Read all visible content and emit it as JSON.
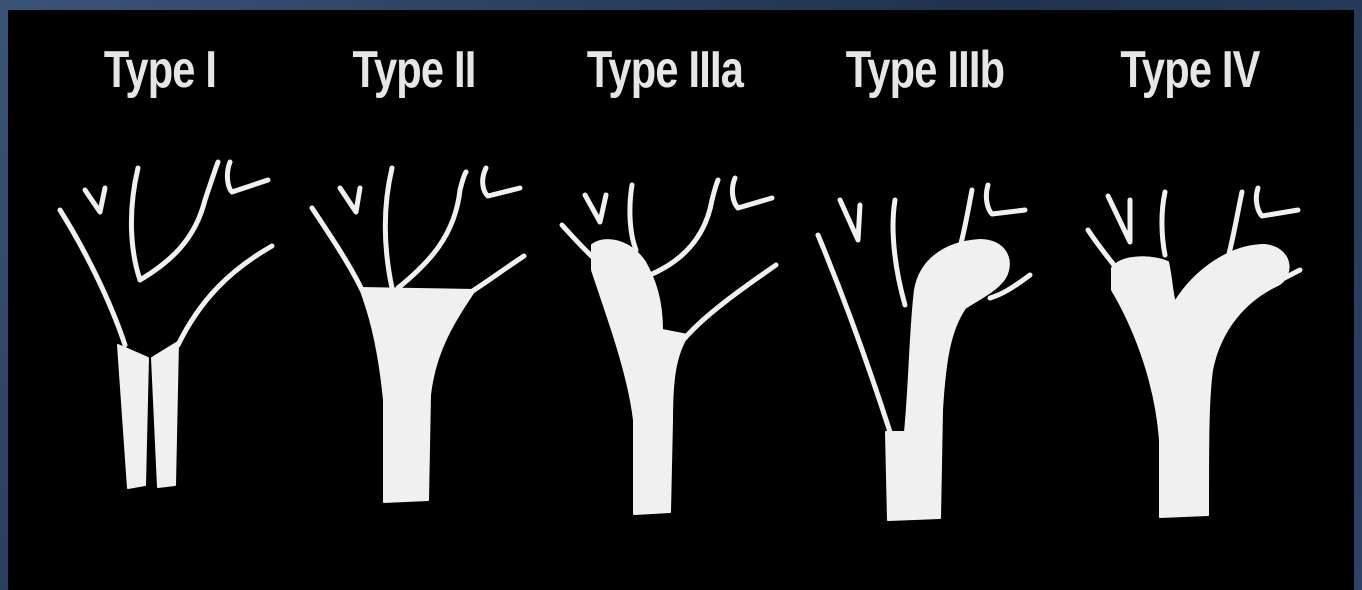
{
  "labels": {
    "type1": "Type I",
    "type2": "Type II",
    "type3a": "Type IIIa",
    "type3b": "Type IIIb",
    "type4": "Type IV"
  },
  "colors": {
    "background": "#000000",
    "frame": "#2a3e5c",
    "foreground": "#f0f0f0"
  }
}
